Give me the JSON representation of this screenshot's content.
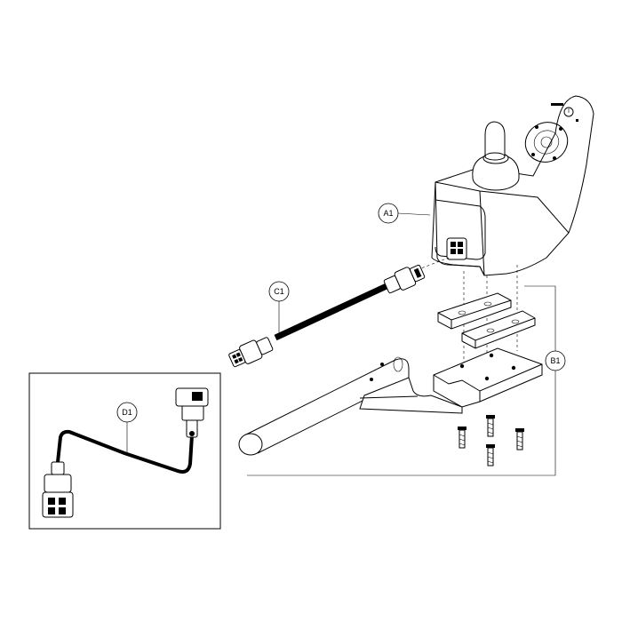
{
  "callouts": {
    "a1": "A1",
    "b1": "B1",
    "c1": "C1",
    "d1": "D1"
  },
  "icons": [
    "joystick-controller-icon",
    "mounting-pad-icon",
    "mounting-bracket-icon",
    "screw-icon",
    "cable-icon"
  ]
}
